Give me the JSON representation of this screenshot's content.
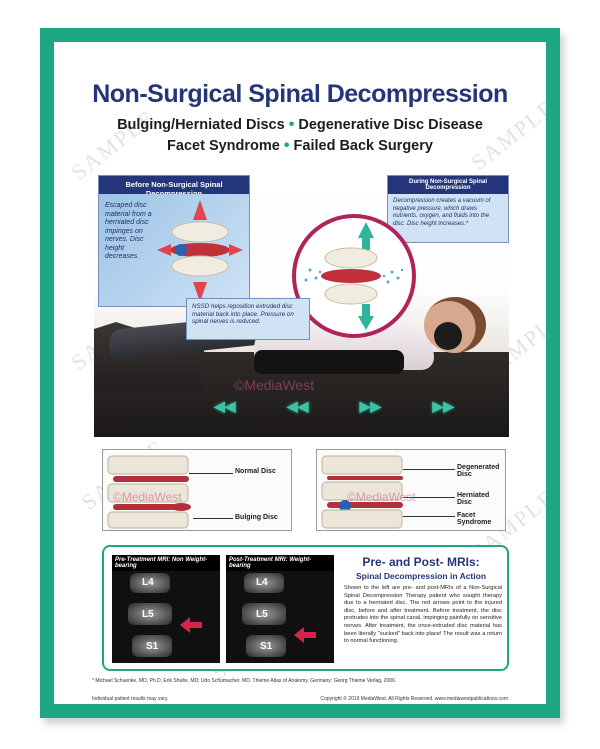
{
  "poster": {
    "title": "Non-Surgical Spinal Decompression",
    "subtitle_line1_a": "Bulging/Herniated Discs",
    "subtitle_line1_b": "Degenerative Disc Disease",
    "subtitle_line2_a": "Facet Syndrome",
    "subtitle_line2_b": "Failed Back Surgery",
    "separator": "•",
    "watermark": "SAMPLE",
    "brand_mark": "©MediaWest",
    "colors": {
      "border": "#1ea783",
      "title": "#24357a",
      "accent": "#b0245a"
    }
  },
  "before_box": {
    "heading": "Before Non-Surgical Spinal Decompression",
    "text": "Escaped disc material from a herniated disc impinges on nerves. Disc height decreases."
  },
  "during_box": {
    "heading": "During Non-Surgical Spinal Decompression",
    "text": "Decompression creates a vacuum of negative pressure, which draws nutrients, oxygen, and fluids into the disc. Disc height increases.*"
  },
  "nssd_callout": {
    "text": "NSSD helps reposition extruded disc material back into place. Pressure on spinal nerves is reduced."
  },
  "diagrams": {
    "left": {
      "label_top": "Normal Disc",
      "label_bottom": "Bulging Disc"
    },
    "right": {
      "label_top": "Degenerated Disc",
      "label_mid": "Herniated Disc",
      "label_bottom": "Facet Syndrome"
    }
  },
  "mri": {
    "left_caption": "Pre-Treatment MRI: Non Weight-bearing",
    "right_caption": "Post-Treatment MRI: Weight-bearing",
    "vertebra_labels": [
      "L4",
      "L5",
      "S1"
    ],
    "heading": "Pre- and Post- MRIs:",
    "subheading": "Spinal Decompression in Action",
    "body": "Shown to the left are pre- and post-MRIs of a Non-Surgical Spinal Decompression Therapy patient who sought therapy due to a herniated disc. The red arrows point to the injured disc, before and after treatment. Before treatment, the disc protrudes into the spinal canal, impinging painfully on sensitive nerves. After treatment, the once-extruded disc material has been literally \"sucked\" back into place! The result was a return to normal functioning."
  },
  "footer": {
    "footnote": "* Michael Schuenke, MD, Ph.D; Erik Shulte, MD; Udo Schumacher, MD, Thieme Atlas of Anatomy. Germany: Georg Thieme Verlag, 2006.",
    "left": "Individual patient results may vary.",
    "right": "Copyright © 2019 MediaWest. All Rights Reserved. www.mediawestpublications.com"
  }
}
